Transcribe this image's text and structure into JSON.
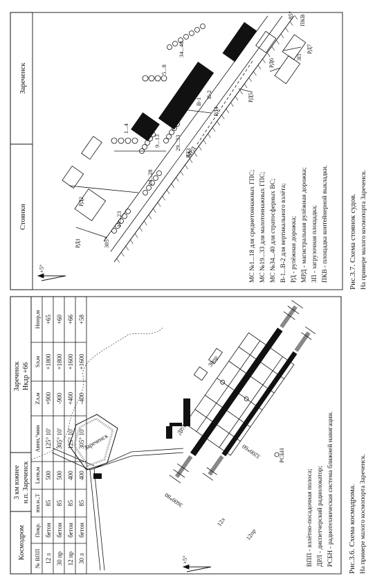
{
  "left_panel": {
    "header": {
      "kosmodrom": "Космодром",
      "location_line1": "3 км южнее",
      "location_line2": "н.п. Зареченск",
      "name": "Зареченск",
      "elevation": "Hкдр +66"
    },
    "table": {
      "headers": [
        "№ ВПП",
        "Покр.",
        "mп.н.,Т",
        "Lктв,м",
        "Aвпп,°мин",
        "Zл,м",
        "Sл,м",
        "Hпор,м"
      ],
      "rows": [
        [
          "12 л",
          "бетон",
          "85",
          "500",
          "125° 10'",
          "+900",
          "+1800",
          "+65"
        ],
        [
          "30 пр",
          "бетон",
          "85",
          "500",
          "305° 10'",
          "-900",
          "+1800",
          "+60"
        ],
        [
          "12 пр",
          "бетон",
          "85",
          "400",
          "125° 10'",
          "+400",
          "+1600",
          "+66"
        ],
        [
          "30 л",
          "бетон",
          "85",
          "400",
          "305° 10'",
          "-400",
          "+1600",
          "+58"
        ]
      ]
    },
    "map_labels": {
      "town": "Зареченск",
      "north": "+5°",
      "drl": "ДРЛ",
      "rsbn": "РСБН",
      "rw1_dims": "3600*80",
      "rw2_dims": "3200*60",
      "rw_12l": "12л",
      "rw_12pr": "12пр",
      "rw_30pr": "30пр",
      "rw_30l": "30л"
    },
    "legend": [
      "ВПП - взлётно-посадочная полоса;",
      "ДРЛ - диспетчерский радиолокатор;",
      "РСБН - радиотехническая система ближней навигации."
    ],
    "caption": "Рис.3.6. Схема космодрома.",
    "subcaption": "На примере малого космопорта Зареченск."
  },
  "right_panel": {
    "header": {
      "left": "Стоянки",
      "right": "Зареченск"
    },
    "map_labels": {
      "north": "+5°",
      "heading_305": "305°",
      "heading_85": "85°",
      "pkv": "ПКВ",
      "zp": "ЗП",
      "mrd": "МРД",
      "rd1": "РД1",
      "rd2": "РД2",
      "rd3": "РД3",
      "rd4": "РД4",
      "rd5": "РД5",
      "rd6": "РД6",
      "rd7": "РД7",
      "g1_4": "1...4",
      "g5_8": "5...8",
      "g9_13": "9...13",
      "g14_18": "14...18",
      "g19_23": "19...23",
      "g24_28": "24...28",
      "g29_33": "29...33",
      "g34_40": "34...40",
      "b1": "B-1",
      "b2": "B-2"
    },
    "legend": [
      "МС №1...18 для среднетоннажных ГПС;",
      "МС №19...33 для малотоннажных ГПС;",
      "МС №34...40 для стратосферных ВС;",
      "В-1...В-2 для вертикального взлёта;",
      "РД - рулёжная дорожка;",
      "МРД - магистральная рулёжная дорожка;",
      "ЗП - загрузочная площадка;",
      "ПКВ - площадка контейнерной выкладки."
    ],
    "caption": "Рис.3.7. Схема стоянок судов.",
    "subcaption": "На примере малого космопорта Зареченск."
  }
}
